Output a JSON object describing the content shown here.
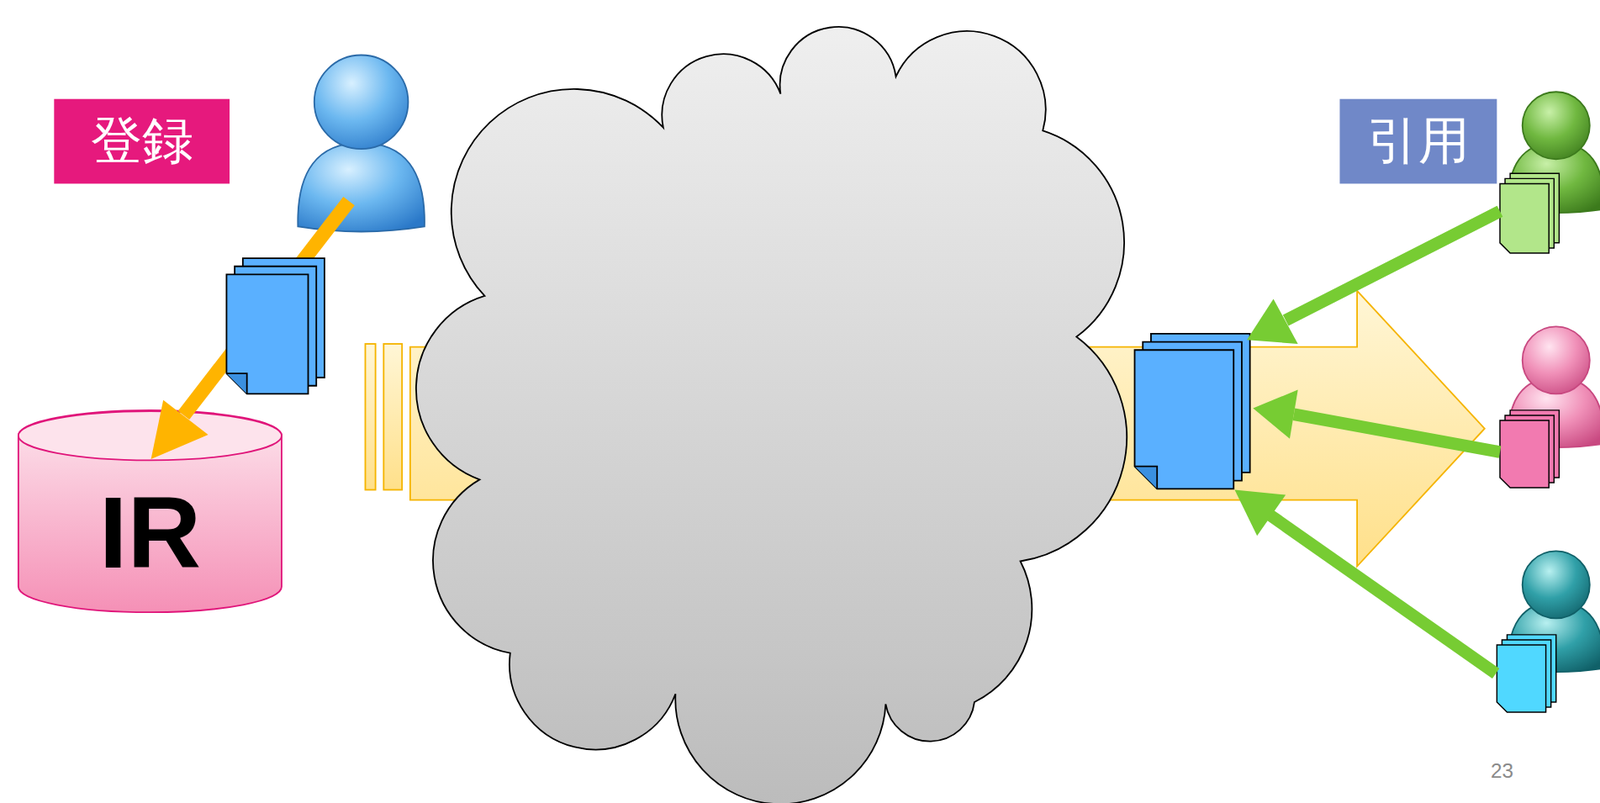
{
  "diagram": {
    "nodes": [
      {
        "text": [
          "登録"
        ]
      },
      {
        "text": [
          "IR"
        ]
      },
      {
        "text": [
          "引用"
        ]
      }
    ],
    "labels": [
      "23"
    ]
  }
}
